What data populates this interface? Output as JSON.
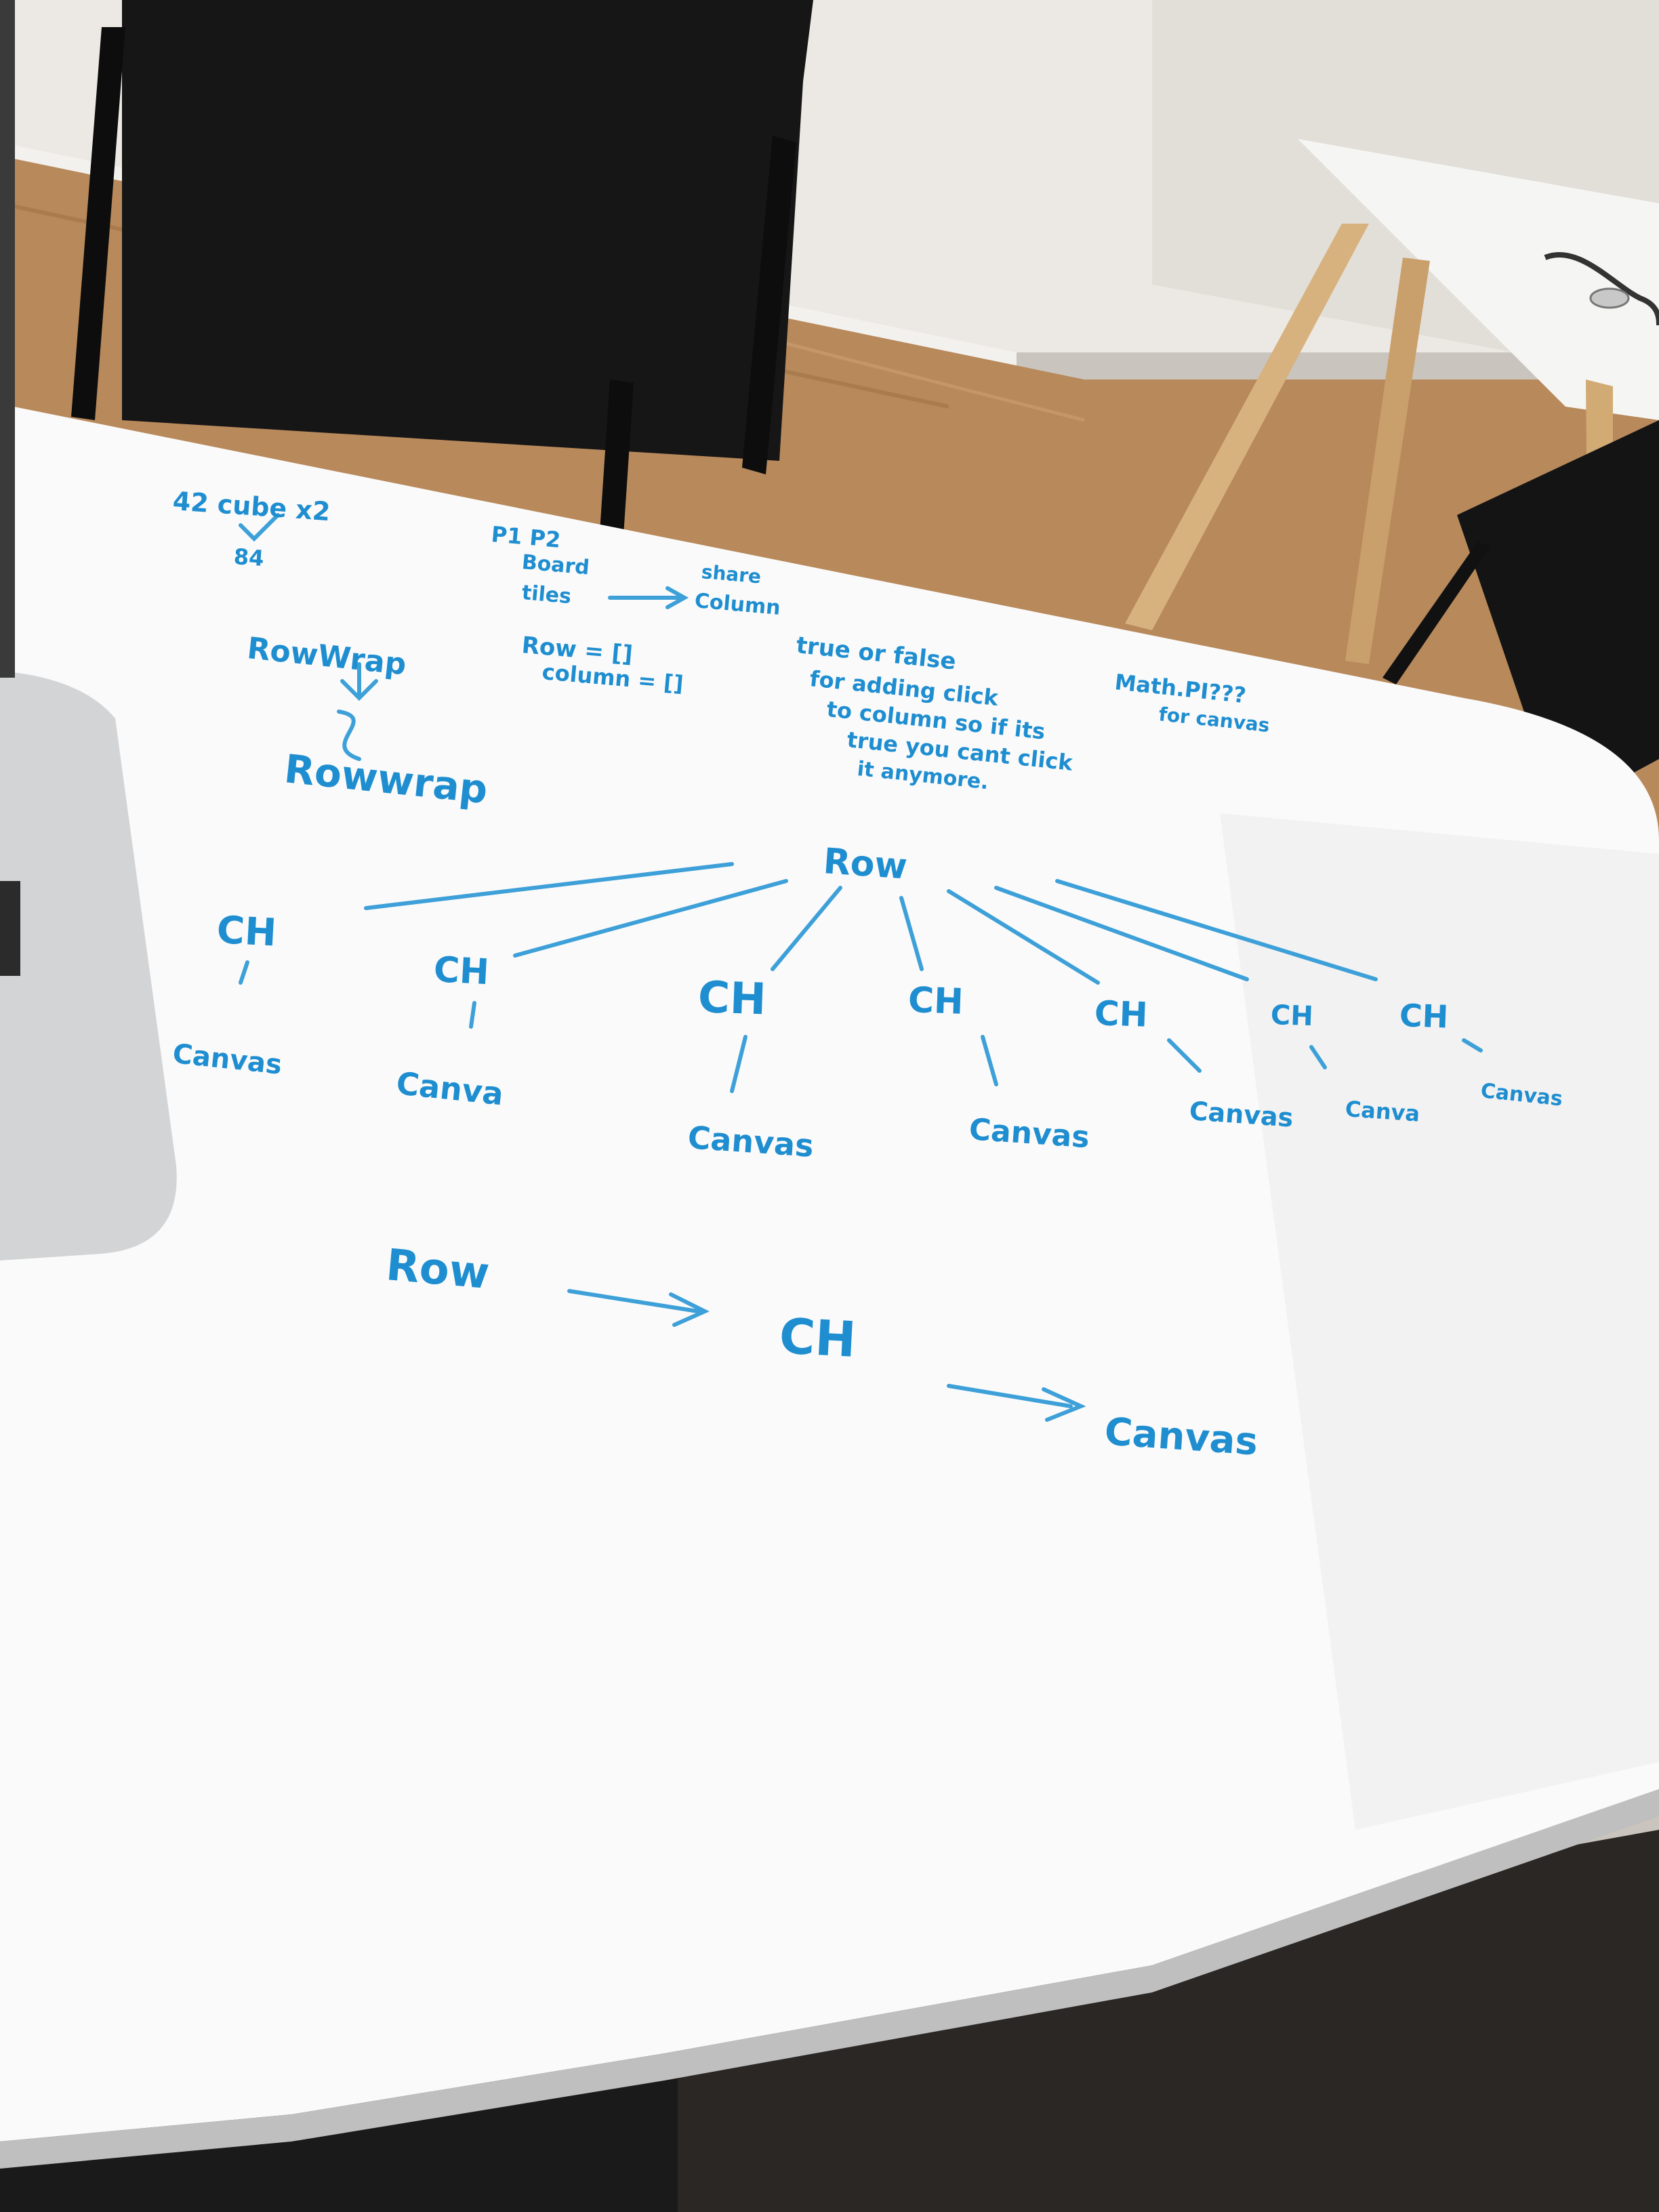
{
  "scene": {
    "description_colors": {
      "wall": "#ece9e4",
      "floor": "#b8895b",
      "table_top": "#fafafa",
      "marker": "#1f8ed0",
      "laptop": "#d3d4d6",
      "chair": "#161616"
    }
  },
  "notes": {
    "top_left": {
      "line1": "42 cube x2",
      "line2": "84"
    },
    "list": {
      "line1": "P1 P2",
      "line2": "Board",
      "line3": "tiles",
      "line3b": "Column",
      "shared": "share"
    },
    "rowwrap_a": "RowWrap",
    "rowwrap_b": "Rowwrap",
    "arrays": {
      "line1": "Row = []",
      "line2": "column = []"
    },
    "boolean": {
      "line1": "true or false",
      "line2": "for adding click",
      "line3": "to column so if its",
      "line4": "true you cant click",
      "line5": "it anymore."
    },
    "math": {
      "line1": "Math.PI???",
      "line2": "for canvas"
    }
  },
  "tree": {
    "root": "Row",
    "children": [
      {
        "ch": "CH",
        "leaf": "Canvas"
      },
      {
        "ch": "CH",
        "leaf": "Canva"
      },
      {
        "ch": "CH",
        "leaf": "Canvas"
      },
      {
        "ch": "CH",
        "leaf": "Canvas"
      },
      {
        "ch": "CH",
        "leaf": "Canvas"
      },
      {
        "ch": "CH",
        "leaf": "Canva"
      },
      {
        "ch": "CH",
        "leaf": "Canvas"
      }
    ]
  },
  "flow": {
    "row": "Row",
    "ch": "CH",
    "canvas": "Canvas"
  }
}
